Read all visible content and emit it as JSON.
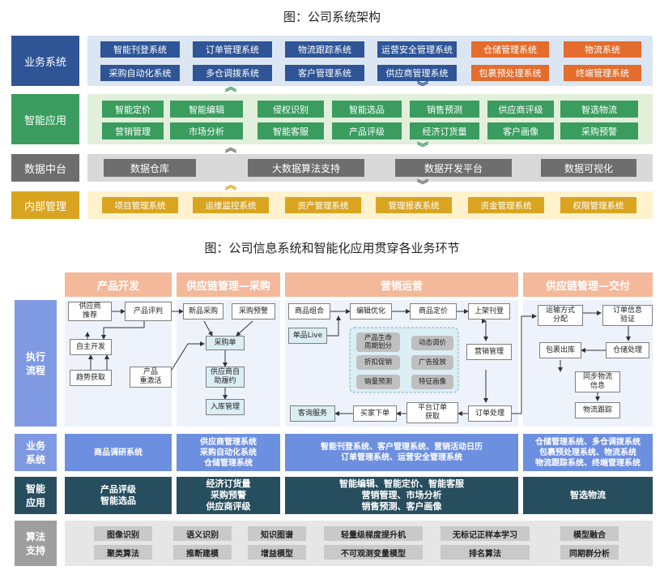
{
  "diagram1": {
    "title": "图：公司系统架构",
    "rows": {
      "business": {
        "label": "业务系统",
        "row1": [
          "智能刊登系统",
          "订单管理系统",
          "物流跟踪系统",
          "运营安全管理系统"
        ],
        "row2": [
          "采购自动化系统",
          "多仓调拨系统",
          "客户管理系统",
          "供应商管理系统"
        ],
        "orange_row1": [
          "仓储管理系统",
          "物流系统"
        ],
        "orange_row2": [
          "包裹预处理系统",
          "终端管理系统"
        ]
      },
      "smart": {
        "label": "智能应用",
        "row1": [
          "智能定价",
          "智能编辑",
          "侵权识别",
          "智能选品",
          "销售预测",
          "供应商评级",
          "智选物流"
        ],
        "row2": [
          "营销管理",
          "市场分析",
          "智能客服",
          "产品评级",
          "经济订货量",
          "客户画像",
          "采购预警"
        ]
      },
      "data": {
        "label": "数据中台",
        "items": [
          "数据仓库",
          "大数据算法支持",
          "数据开发平台",
          "数据可视化"
        ]
      },
      "internal": {
        "label": "内部管理",
        "items": [
          "项目管理系统",
          "运维监控系统",
          "资产管理系统",
          "管理报表系统",
          "资金管理系统",
          "权限管理系统"
        ]
      }
    },
    "arrow_up": "︽",
    "arrow_down": "︾"
  },
  "diagram2": {
    "title": "图：公司信息系统和智能化应用贯穿各业务环节",
    "phases": [
      "产品开发",
      "供应链管理—采购",
      "营销运营",
      "供应链管理—交付"
    ],
    "row_labels": {
      "flow": "执行\n流程",
      "business": "业务\n系统",
      "smart": "智能\n应用",
      "algo": "算法\n支持"
    },
    "flow_nodes": {
      "p1": [
        "供应商\n推荐",
        "产品评判",
        "自主开发",
        "产品\n重激活",
        "趋势获取"
      ],
      "p2": [
        "新品采购",
        "采购预警",
        "采购单",
        "供应商自\n助履约",
        "入库管理"
      ],
      "p3": [
        "商品组合",
        "编辑优化",
        "商品定价",
        "上架刊登",
        "单品Live",
        "营销管理",
        "客询服务",
        "买家下单",
        "平台订单\n获取",
        "订单处理"
      ],
      "p3_tags": [
        "产品生命\n周期划分",
        "动态调价",
        "折扣促销",
        "广告投放",
        "销量预测",
        "特征画像"
      ],
      "p4": [
        "运输方式\n分配",
        "订单信息\n验证",
        "包裹出库",
        "仓储处理",
        "同步物流\n信息",
        "物流跟踪"
      ]
    },
    "business_systems": [
      [
        "商品调研系统"
      ],
      [
        "供应商管理系统",
        "采购自动化系统",
        "仓储管理系统"
      ],
      [
        "智能刊登系统、客户管理系统、营销活动日历",
        "订单管理系统、运营安全管理系统"
      ],
      [
        "仓储管理系统、多仓调拨系统",
        "包裹预处理系统、物流系统",
        "物流跟踪系统、终端管理系统"
      ]
    ],
    "smart_apps": [
      [
        "产品评级",
        "智能选品"
      ],
      [
        "经济订货量",
        "采购预警",
        "供应商评级"
      ],
      [
        "智能编辑、智能定价、智能客服",
        "营销管理、市场分析",
        "销售预测、客户画像"
      ],
      [
        "智选物流"
      ]
    ],
    "algorithms": {
      "row1": [
        "图像识别",
        "语义识别",
        "知识图谱",
        "轻量级梯度提升机",
        "无标记正样本学习",
        "模型融合"
      ],
      "row2": [
        "聚类算法",
        "推断建模",
        "增益模型",
        "不可观测变量模型",
        "排名算法",
        "同期群分析"
      ]
    }
  },
  "colors": {
    "business": "#2f5597",
    "smart": "#3a9c5f",
    "data": "#7f7f7f",
    "internal": "#d9a521",
    "orange": "#e46c2c",
    "phase": "#f4b89a"
  }
}
